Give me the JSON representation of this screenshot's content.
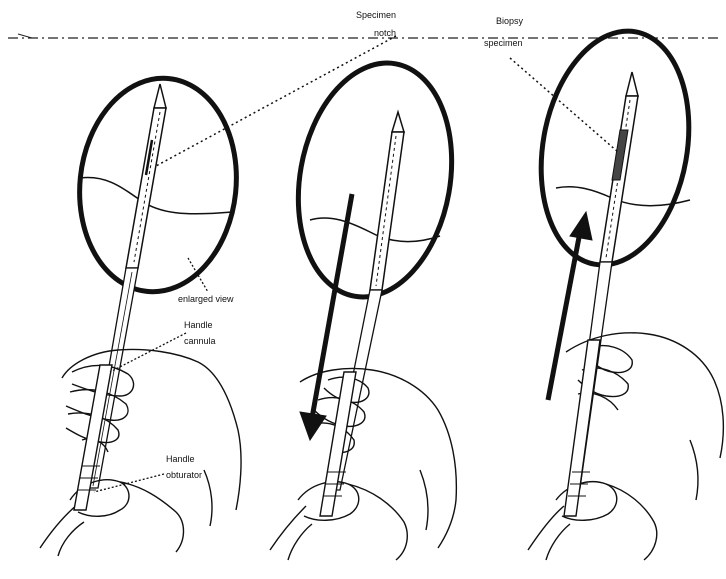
{
  "labels": {
    "specimen": "Specimen",
    "notch": "notch",
    "biopsy": "Biopsy",
    "biopsy_specimen": "specimen",
    "enlarged_view": "enlarged view",
    "handle_cannula_1": "Handle",
    "handle_cannula_2": "cannula",
    "handle_obturator_1": "Handle",
    "handle_obturator_2": "obturator"
  },
  "colors": {
    "ink": "#111111",
    "paper": "#ffffff"
  },
  "figure": {
    "panels": [
      {
        "name": "panel-1",
        "arrow": "none"
      },
      {
        "name": "panel-2",
        "arrow": "down"
      },
      {
        "name": "panel-3",
        "arrow": "up"
      }
    ]
  }
}
